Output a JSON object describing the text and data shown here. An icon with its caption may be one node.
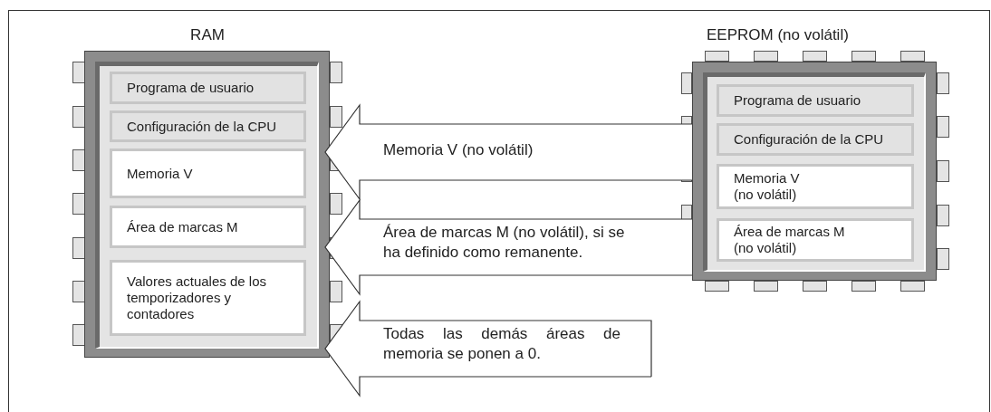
{
  "diagram": {
    "nodes": [
      {
        "text": [
          "RAM"
        ]
      },
      {
        "text": [
          "Programa de usuario"
        ],
        "in": 0
      },
      {
        "text": [
          "Configuración de la CPU"
        ],
        "in": 0
      },
      {
        "text": [
          "Memoria V"
        ],
        "in": 0
      },
      {
        "text": [
          "Área de marcas M"
        ],
        "in": 0
      },
      {
        "text": [
          "Valores actuales de los temporizadores y contadores"
        ],
        "in": 0
      },
      {
        "text": [
          "EEPROM (no volátil)"
        ]
      },
      {
        "text": [
          "Programa de usuario"
        ],
        "in": 6
      },
      {
        "text": [
          "Configuración de la CPU"
        ],
        "in": 6
      },
      {
        "text": [
          "Memoria V (no volátil)"
        ],
        "in": 6
      },
      {
        "text": [
          "Área de marcas M (no volátil)"
        ],
        "in": 6
      }
    ],
    "edges": [
      {
        "from": 6,
        "to": 0,
        "arrow": "to",
        "label": "Memoria V (no volátil)"
      },
      {
        "from": 6,
        "to": 0,
        "arrow": "to",
        "label": "Área de marcas M (no volátil), si se ha definido como remanente."
      },
      {
        "from": null,
        "to": 0,
        "arrow": "to",
        "label": "Todas las demás áreas de memoria se ponen a 0."
      }
    ]
  }
}
